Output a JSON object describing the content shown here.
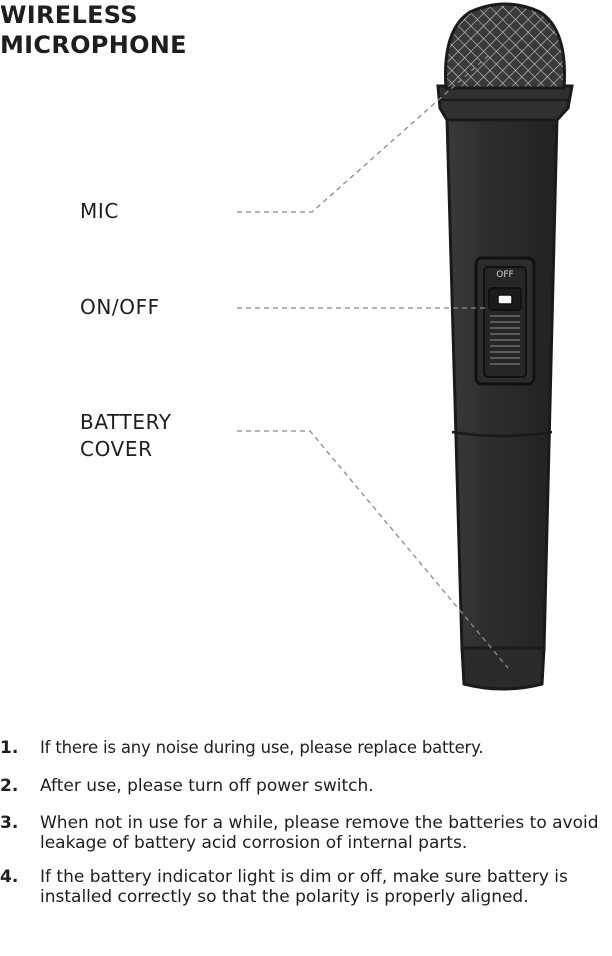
{
  "title": {
    "line1": "WIRELESS",
    "line2": "MICROPHONE"
  },
  "callouts": {
    "mic": "MIC",
    "on_off": "ON/OFF",
    "battery_cover_line1": "BATTERY",
    "battery_cover_line2": "COVER"
  },
  "switch_label": "OFF",
  "instructions": [
    {
      "number": "1.",
      "text": "If there is any noise during use, please replace battery."
    },
    {
      "number": "2.",
      "text": "After use, please turn off power switch."
    },
    {
      "number": "3.",
      "text": "When not in use for a while, please remove the batteries to avoid leakage of battery acid corrosion of internal parts."
    },
    {
      "number": "4.",
      "text": "If the battery indicator light is dim or off, make sure battery is installed correctly so that the polarity is properly aligned."
    }
  ],
  "colors": {
    "text": "#1e1e1e",
    "body": "#2b2b2b",
    "outline": "#1a1a1a",
    "leader_line": "#8a8a8a"
  }
}
